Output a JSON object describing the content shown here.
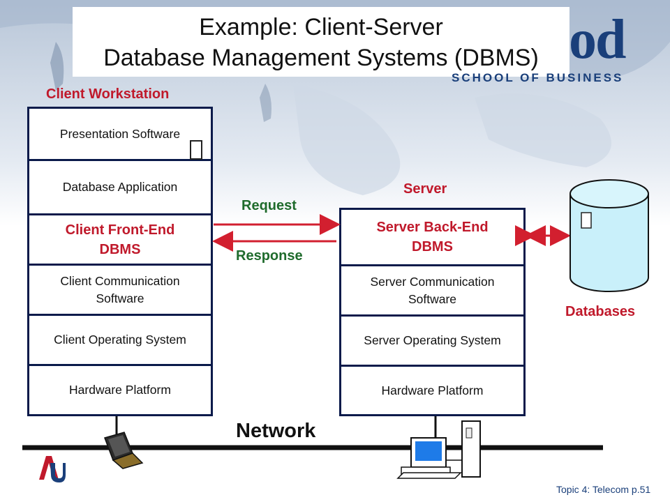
{
  "title": {
    "line1": "Example: Client-Server",
    "line2": "Database Management Systems (DBMS)"
  },
  "brand": {
    "big_text": "od",
    "small_text": "SCHOOL OF BUSINESS"
  },
  "client": {
    "heading": "Client Workstation",
    "layers": [
      "Presentation Software",
      "Database Application",
      "Client Front-End\nDBMS",
      "Client Communication\nSoftware",
      "Client Operating System",
      "Hardware Platform"
    ]
  },
  "server": {
    "heading": "Server",
    "layers": [
      "Server Back-End\nDBMS",
      "Server Communication\nSoftware",
      "Server Operating System",
      "Hardware Platform"
    ]
  },
  "arrows": {
    "request": "Request",
    "response": "Response"
  },
  "databases_label": "Databases",
  "network_label": "Network",
  "logo_letters": "AU",
  "footer": "Topic 4: Telecom p.51",
  "colors": {
    "red": "#c0192b",
    "green": "#1f6b2c",
    "navy": "#0a1a4a",
    "cylinder": "#c9f0fa"
  }
}
